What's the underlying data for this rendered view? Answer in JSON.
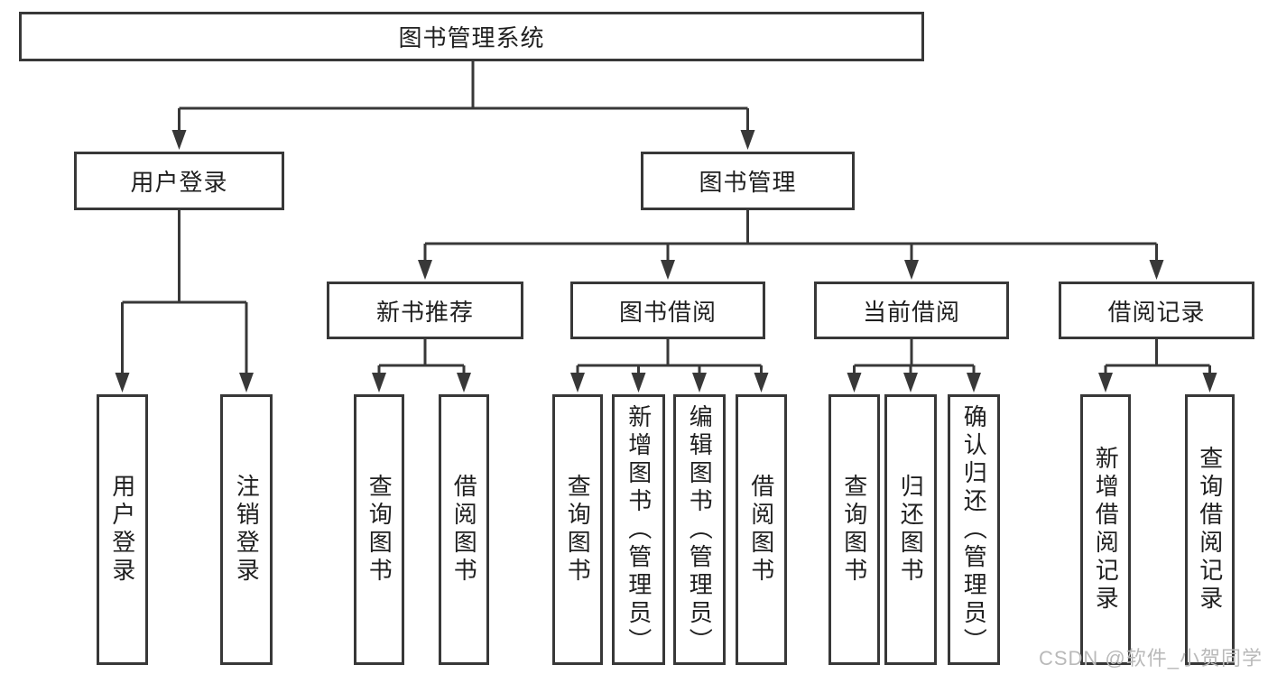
{
  "root": {
    "label": "图书管理系统"
  },
  "level2": [
    {
      "label": "用户登录"
    },
    {
      "label": "图书管理"
    }
  ],
  "level3": [
    {
      "label": "新书推荐"
    },
    {
      "label": "图书借阅"
    },
    {
      "label": "当前借阅"
    },
    {
      "label": "借阅记录"
    }
  ],
  "level4": [
    {
      "label": "用户登录"
    },
    {
      "label": "注销登录"
    },
    {
      "label": "查询图书"
    },
    {
      "label": "借阅图书"
    },
    {
      "label": "查询图书"
    },
    {
      "label": "新增图书（管理员）"
    },
    {
      "label": "编辑图书（管理员）"
    },
    {
      "label": "借阅图书"
    },
    {
      "label": "查询图书"
    },
    {
      "label": "归还图书"
    },
    {
      "label": "确认归还（管理员）"
    },
    {
      "label": "新增借阅记录"
    },
    {
      "label": "查询借阅记录"
    }
  ],
  "watermark": "CSDN @软件_小贺同学",
  "colors": {
    "line": "#383838",
    "text": "#1f1f1f",
    "box_bg": "#ffffff",
    "watermark": "#b9b9b9"
  }
}
